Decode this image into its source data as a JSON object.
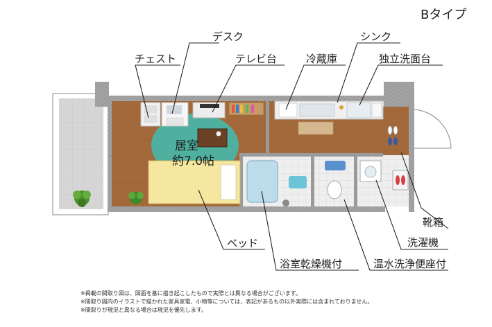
{
  "type_label": "Bタイプ",
  "room": {
    "name": "居室",
    "size": "約7.0帖"
  },
  "labels": {
    "desk": "デスク",
    "chest": "チェスト",
    "tv_stand": "テレビ台",
    "refrigerator": "冷蔵庫",
    "sink": "シンク",
    "vanity": "独立洗面台",
    "shoe_box": "靴箱",
    "washer": "洗濯機",
    "toilet": "温水洗浄便座付",
    "bath": "浴室乾燥機付",
    "bed": "ベッド"
  },
  "notes": [
    "※掲載の間取り図は、図面を基に描き起こしたもので実際とは異なる場合がございます。",
    "※間取り図内のイラストで描かれた家具家電、小物等については、表記があるもの以外実際には含まれておりません。",
    "※間取りが現況と異なる場合は現況を優先します。"
  ],
  "colors": {
    "floor": "#a0683c",
    "tile": "#ececec",
    "wall": "#9a9a9a",
    "rug": "#4fb0a0",
    "bed": "#f6e7a0"
  }
}
